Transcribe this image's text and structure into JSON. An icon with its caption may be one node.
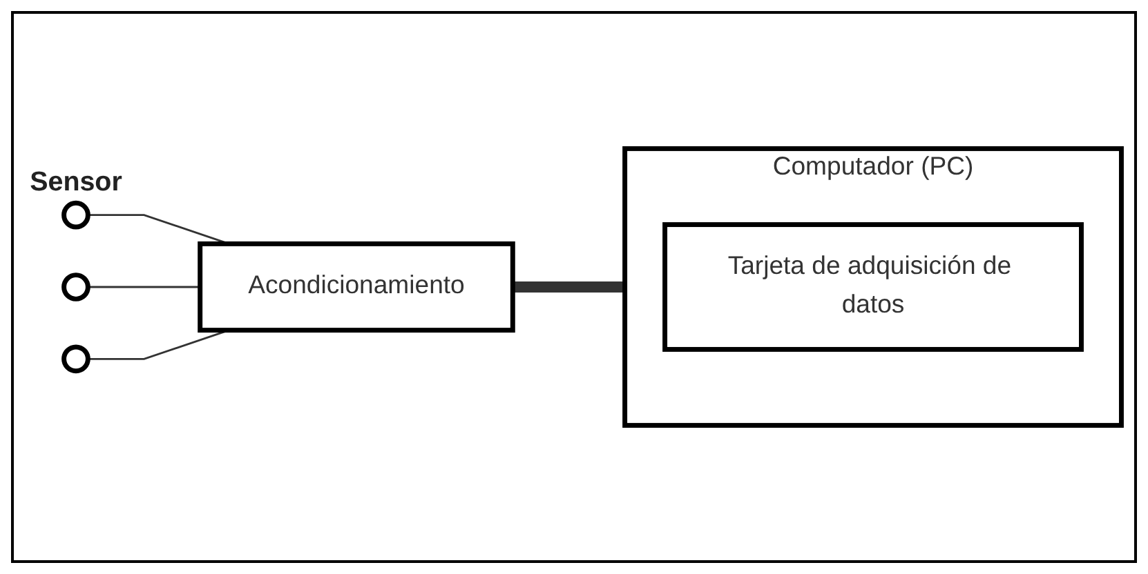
{
  "diagram": {
    "nodes": [
      {
        "text": [],
        "shape": "circle",
        "beside": [
          "Sensor"
        ]
      },
      {
        "text": [],
        "shape": "circle"
      },
      {
        "text": [],
        "shape": "circle"
      },
      {
        "text": [
          "Acondicionamiento"
        ]
      },
      {
        "text": [
          "Computador (PC)"
        ]
      },
      {
        "text": [
          "Tarjeta de adquisición de datos"
        ],
        "in": 4
      }
    ],
    "edges": [
      {
        "from": 0,
        "to": 3,
        "arrow": "none"
      },
      {
        "from": 1,
        "to": 3,
        "arrow": "none"
      },
      {
        "from": 2,
        "to": 3,
        "arrow": "none"
      },
      {
        "from": 3,
        "to": 4,
        "arrow": "none",
        "style": "thick"
      }
    ]
  }
}
